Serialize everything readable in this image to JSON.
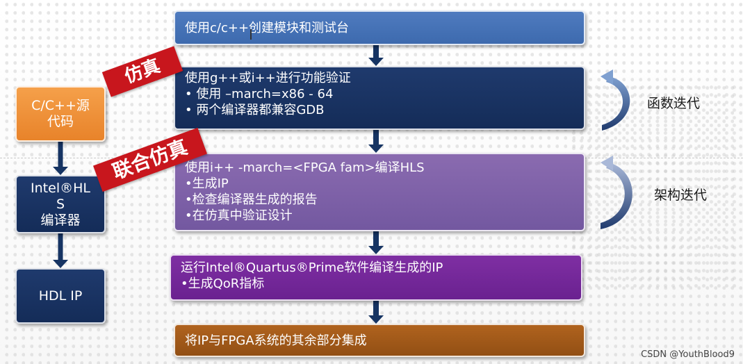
{
  "boxes": {
    "step1": "使用c/c++创建模块和测试台",
    "step2": {
      "title": "使用g++或i++进行功能验证",
      "bullet1": "• 使用 –march=x86 - 64",
      "bullet2": "• 两个编译器都兼容GDB"
    },
    "step3": {
      "title": "使用i++ -march=<FPGA fam>编译HLS",
      "bullet1": "•生成IP",
      "bullet2": "•检查编译器生成的报告",
      "bullet3": "•在仿真中验证设计"
    },
    "step4": {
      "title": "运行Intel®Quartus®Prime软件编译生成的IP",
      "bullet1": "•生成QoR指标"
    },
    "step5": "将IP与FPGA系统的其余部分集成"
  },
  "side": {
    "source": [
      "C/C++源",
      "代码"
    ],
    "compiler": [
      "Intel®HL",
      "S",
      "编译器"
    ],
    "hdl": "HDL IP"
  },
  "ribbons": {
    "sim": "仿真",
    "cosim": "联合仿真"
  },
  "iterations": {
    "function": "函数迭代",
    "architecture": "架构迭代"
  },
  "watermark": "CSDN @YouthBlood9",
  "colors": {
    "step1": "#4f7bbf",
    "step2": "#1f3a6d",
    "step3": "#8a6bb0",
    "step4": "#7f2fa3",
    "step5": "#b0631e",
    "source_box": "#f5a04a",
    "ribbon": "#c8161d",
    "arrow": "#163463"
  }
}
